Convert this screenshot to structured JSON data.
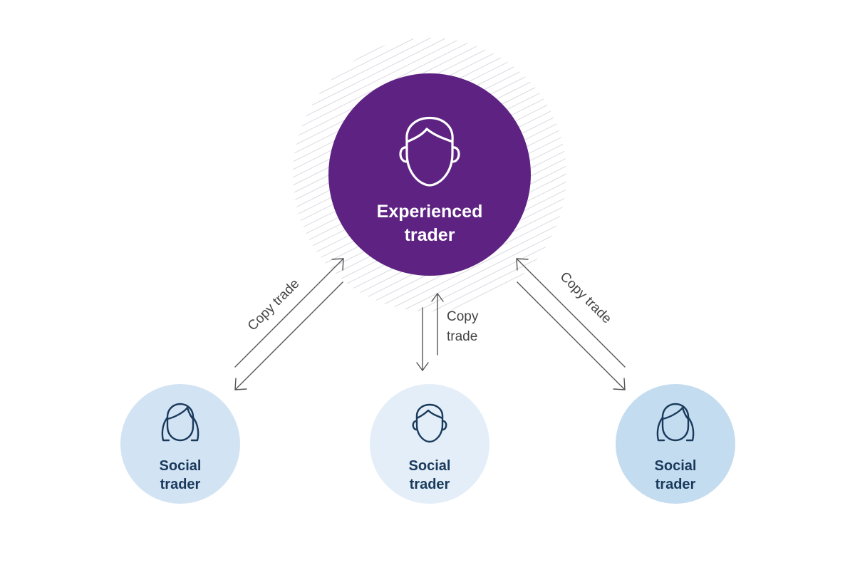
{
  "colors": {
    "background": "#ffffff",
    "hub_fill": "#5e2282",
    "hub_text": "#ffffff",
    "hatch": "#d8d8e0",
    "arrow": "#555555",
    "edge_text": "#444444",
    "leaf_text": "#1a3a5c",
    "leaf_icon": "#1a3a5c",
    "leaf_fills": [
      "#d2e3f3",
      "#e3eef8",
      "#c4dcf0"
    ]
  },
  "hub": {
    "line1": "Experienced",
    "line2": "trader",
    "icon": "male-head-icon"
  },
  "leaves": [
    {
      "line1": "Social",
      "line2": "trader",
      "icon": "female-head-icon"
    },
    {
      "line1": "Social",
      "line2": "trader",
      "icon": "male-head-icon"
    },
    {
      "line1": "Social",
      "line2": "trader",
      "icon": "female-head-icon"
    }
  ],
  "edges": [
    {
      "label": "Copy trade"
    },
    {
      "label_line1": "Copy",
      "label_line2": "trade"
    },
    {
      "label": "Copy trade"
    }
  ]
}
